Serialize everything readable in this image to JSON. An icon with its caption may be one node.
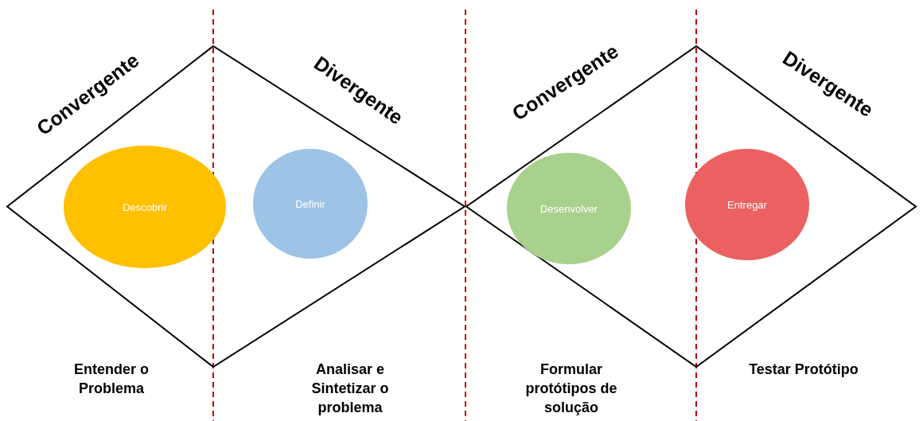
{
  "diagram": {
    "nodes": [
      {
        "text": [
          "Convergente",
          "Divergente"
        ]
      },
      {
        "text": [
          "Descobrir"
        ],
        "in": 0
      },
      {
        "text": [
          "Definir"
        ],
        "in": 0
      },
      {
        "text": [
          "Convergente",
          "Divergente"
        ]
      },
      {
        "text": [
          "Desenvolver"
        ],
        "in": 3
      },
      {
        "text": [
          "Entregar"
        ],
        "in": 3
      }
    ],
    "edges": [],
    "labels": [
      "Entender o Problema",
      "Analisar e Sintetizar o problema",
      "Formular protótipos de solução",
      "Testar Protótipo"
    ]
  }
}
